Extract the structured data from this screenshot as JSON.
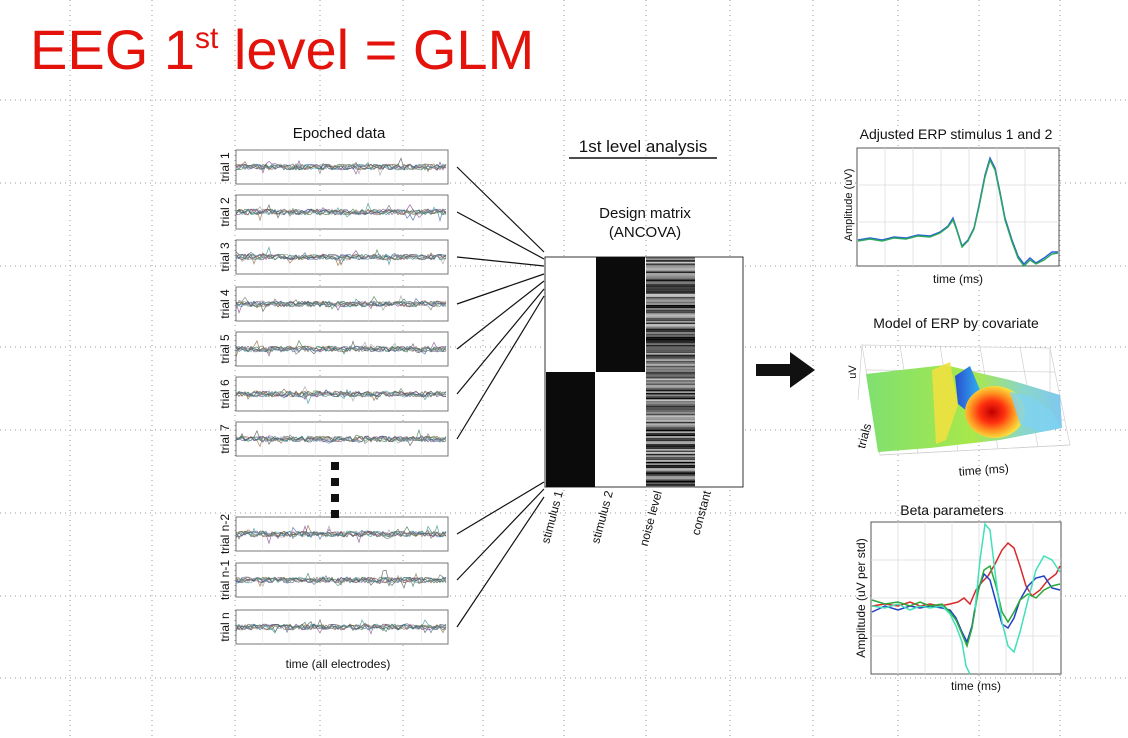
{
  "slide": {
    "title_main": "EEG 1",
    "title_sup": "st",
    "title_rest": " level = GLM",
    "accent_color": "#e3120b"
  },
  "epoched": {
    "title": "Epoched data",
    "trials": [
      "trial 1",
      "trial 2",
      "trial 3",
      "trial 4",
      "trial 5",
      "trial 6",
      "trial 7",
      "trial n-2",
      "trial n-1",
      "trial n"
    ],
    "xlabel": "time (all electrodes)"
  },
  "analysis": {
    "header": "1st level analysis",
    "matrix_title_1": "Design matrix",
    "matrix_title_2": "(ANCOVA)",
    "columns": [
      "stimulus 1",
      "stimulus 2",
      "noise level",
      "constant"
    ]
  },
  "panels": {
    "erp_title": "Adjusted ERP stimulus 1 and 2",
    "erp_ylabel": "Amplitude (uV)",
    "erp_xlabel": "time (ms)",
    "model_title": "Model of ERP by covariate",
    "model_zlabel": "uV",
    "model_ylabel": "trials",
    "model_xlabel": "time (ms)",
    "beta_title": "Beta parameters",
    "beta_ylabel": "Amplitude (uV per std)",
    "beta_xlabel": "time (ms)"
  }
}
